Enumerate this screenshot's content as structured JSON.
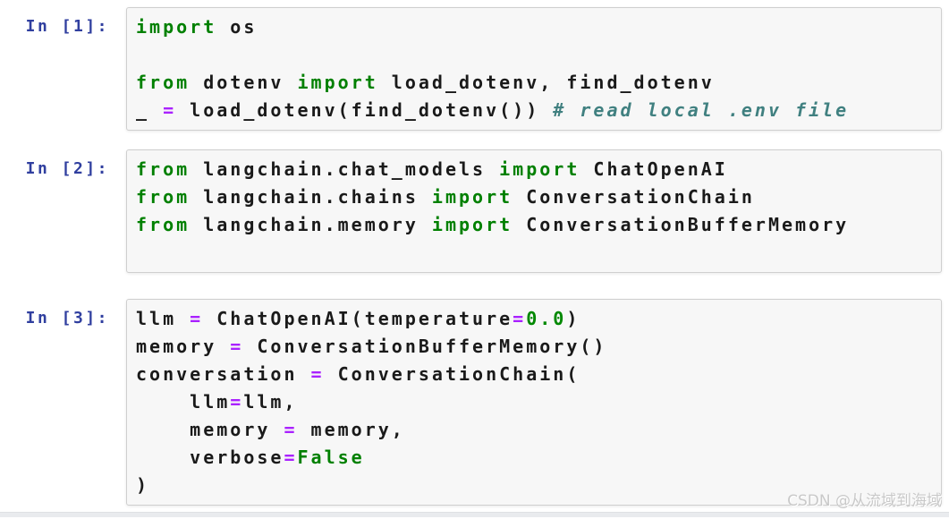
{
  "colors": {
    "page_bg": "#ffffff",
    "cell_bg": "#f7f7f7",
    "cell_border": "#cfcfcf",
    "prompt": "#303F9F",
    "keyword": "#008000",
    "operator": "#AA22FF",
    "number": "#008800",
    "comment": "#408080",
    "code_text": "#1a1a1a",
    "watermark": "#c9c9c9",
    "bottom_strip": "#e9ebee"
  },
  "watermark": {
    "text": "CSDN @从流域到海域"
  },
  "notebook": {
    "cells": [
      {
        "prompt": "In [1]:",
        "source_text": "import os\n\nfrom dotenv import load_dotenv, find_dotenv\n_ = load_dotenv(find_dotenv()) # read local .env file",
        "lines": [
          [
            {
              "t": "import",
              "c": "kw"
            },
            {
              "t": " os",
              "c": "pl"
            }
          ],
          [],
          [
            {
              "t": "from",
              "c": "kw"
            },
            {
              "t": " dotenv ",
              "c": "pl"
            },
            {
              "t": "import",
              "c": "kw"
            },
            {
              "t": " load_dotenv, find_dotenv",
              "c": "pl"
            }
          ],
          [
            {
              "t": "_ ",
              "c": "pl"
            },
            {
              "t": "=",
              "c": "op"
            },
            {
              "t": " load_dotenv(find_dotenv()) ",
              "c": "pl"
            },
            {
              "t": "# read local .env file",
              "c": "cm"
            }
          ]
        ]
      },
      {
        "prompt": "In [2]:",
        "source_text": "from langchain.chat_models import ChatOpenAI\nfrom langchain.chains import ConversationChain\nfrom langchain.memory import ConversationBufferMemory\n",
        "lines": [
          [
            {
              "t": "from",
              "c": "kw"
            },
            {
              "t": " langchain.chat_models ",
              "c": "pl"
            },
            {
              "t": "import",
              "c": "kw"
            },
            {
              "t": " ChatOpenAI",
              "c": "pl"
            }
          ],
          [
            {
              "t": "from",
              "c": "kw"
            },
            {
              "t": " langchain.chains ",
              "c": "pl"
            },
            {
              "t": "import",
              "c": "kw"
            },
            {
              "t": " ConversationChain",
              "c": "pl"
            }
          ],
          [
            {
              "t": "from",
              "c": "kw"
            },
            {
              "t": " langchain.memory ",
              "c": "pl"
            },
            {
              "t": "import",
              "c": "kw"
            },
            {
              "t": " ConversationBufferMemory",
              "c": "pl"
            }
          ],
          []
        ]
      },
      {
        "prompt": "In [3]:",
        "source_text": "llm = ChatOpenAI(temperature=0.0)\nmemory = ConversationBufferMemory()\nconversation = ConversationChain(\n    llm=llm,\n    memory = memory,\n    verbose=False\n)",
        "lines": [
          [
            {
              "t": "llm ",
              "c": "pl"
            },
            {
              "t": "=",
              "c": "op"
            },
            {
              "t": " ChatOpenAI(temperature",
              "c": "pl"
            },
            {
              "t": "=",
              "c": "op"
            },
            {
              "t": "0.0",
              "c": "num"
            },
            {
              "t": ")",
              "c": "pl"
            }
          ],
          [
            {
              "t": "memory ",
              "c": "pl"
            },
            {
              "t": "=",
              "c": "op"
            },
            {
              "t": " ConversationBufferMemory()",
              "c": "pl"
            }
          ],
          [
            {
              "t": "conversation ",
              "c": "pl"
            },
            {
              "t": "=",
              "c": "op"
            },
            {
              "t": " ConversationChain(",
              "c": "pl"
            }
          ],
          [
            {
              "t": "    llm",
              "c": "pl"
            },
            {
              "t": "=",
              "c": "op"
            },
            {
              "t": "llm,",
              "c": "pl"
            }
          ],
          [
            {
              "t": "    memory ",
              "c": "pl"
            },
            {
              "t": "=",
              "c": "op"
            },
            {
              "t": " memory,",
              "c": "pl"
            }
          ],
          [
            {
              "t": "    verbose",
              "c": "pl"
            },
            {
              "t": "=",
              "c": "op"
            },
            {
              "t": "False",
              "c": "kw"
            }
          ],
          [
            {
              "t": ")",
              "c": "pl"
            }
          ]
        ]
      }
    ]
  }
}
